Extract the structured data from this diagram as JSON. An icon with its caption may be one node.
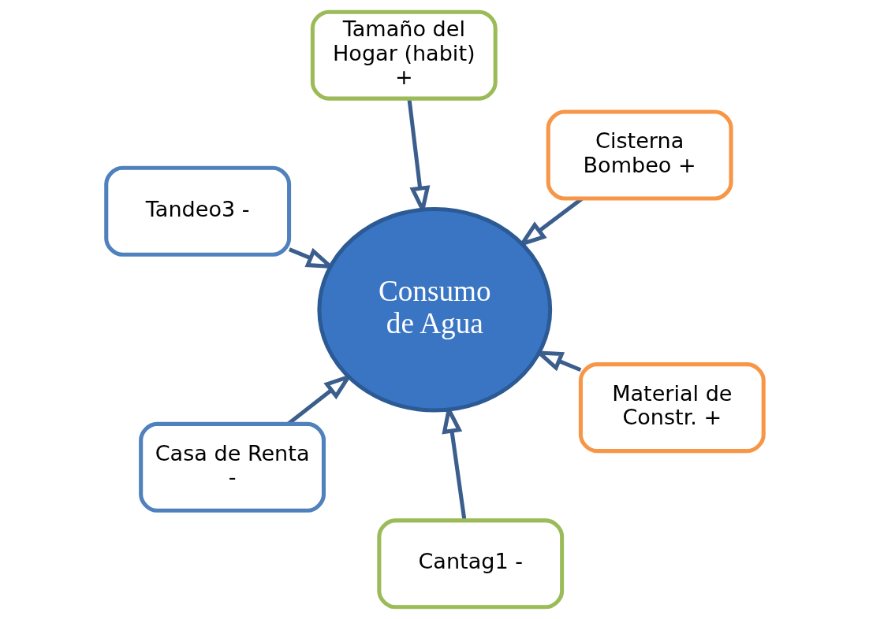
{
  "diagram": {
    "nodes": [
      {
        "text": [
          "Tandeo3 -"
        ]
      },
      {
        "text": [
          "Material de Constr. +"
        ]
      },
      {
        "text": [
          "Cantag1 -"
        ]
      },
      {
        "text": [
          "Consumo de Agua"
        ]
      },
      {
        "text": [
          "Cisterna Bombeo +"
        ]
      },
      {
        "text": [
          "Tamaño del Hogar (habit) +"
        ]
      },
      {
        "text": [
          "Casa de Renta -"
        ]
      }
    ],
    "edges": [
      {
        "from": 0,
        "to": 3,
        "arrow": "to"
      },
      {
        "from": 1,
        "to": 3,
        "arrow": "to"
      },
      {
        "from": 2,
        "to": 3,
        "arrow": "to"
      },
      {
        "from": 4,
        "to": 3,
        "arrow": "to"
      },
      {
        "from": 5,
        "to": 3,
        "arrow": "to"
      },
      {
        "from": 6,
        "to": 3,
        "arrow": "to"
      }
    ]
  }
}
